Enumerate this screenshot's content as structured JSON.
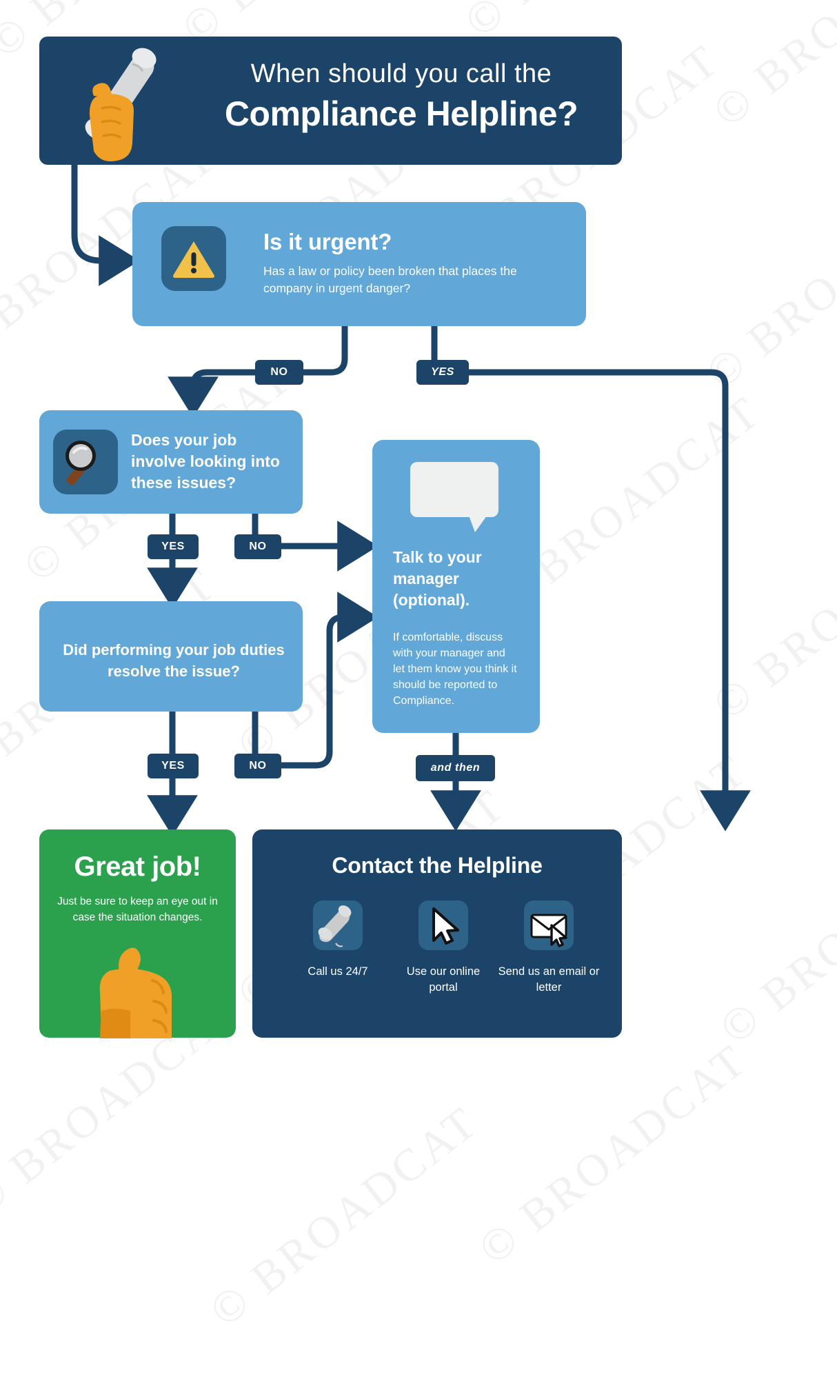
{
  "watermark": {
    "text": "© BROADCAT"
  },
  "colors": {
    "navy": "#1b4468",
    "blue": "#61a7d7",
    "green": "#2ba14e",
    "icon_tile": "#2e6389",
    "warning_yellow": "#f2c14a",
    "hand_orange": "#f0a027",
    "white": "#ffffff"
  },
  "header": {
    "line1": "When should you call the",
    "line2": "Compliance Helpline?",
    "icon": "phone-handset-in-hand-icon"
  },
  "nodes": {
    "urgent": {
      "icon": "warning-triangle-icon",
      "title": "Is it urgent?",
      "subtitle": "Has a law or policy been broken that places the company in urgent danger?"
    },
    "job": {
      "icon": "magnifying-glass-icon",
      "title": "Does your job involve looking into these issues?"
    },
    "duties": {
      "title": "Did performing your job duties resolve the issue?"
    },
    "manager": {
      "icon": "speech-bubble-icon",
      "title": "Talk to your manager (optional).",
      "body": "If comfortable, discuss with your manager and let them know you think it should be reported to Compliance."
    },
    "great": {
      "title": "Great job!",
      "subtitle": "Just be sure to keep an eye out in case the situation changes.",
      "icon": "thumbs-up-icon"
    },
    "helpline": {
      "title": "Contact the Helpline",
      "options": [
        {
          "icon": "phone-handset-icon",
          "caption": "Call us 24/7"
        },
        {
          "icon": "mouse-cursor-icon",
          "caption": "Use our online portal"
        },
        {
          "icon": "envelope-cursor-icon",
          "caption": "Send us an email or letter"
        }
      ]
    }
  },
  "connector_labels": {
    "urgent_no": "NO",
    "urgent_yes": "YES",
    "job_yes": "YES",
    "job_no": "NO",
    "duties_yes": "YES",
    "duties_no": "NO",
    "manager_then": "and then"
  }
}
